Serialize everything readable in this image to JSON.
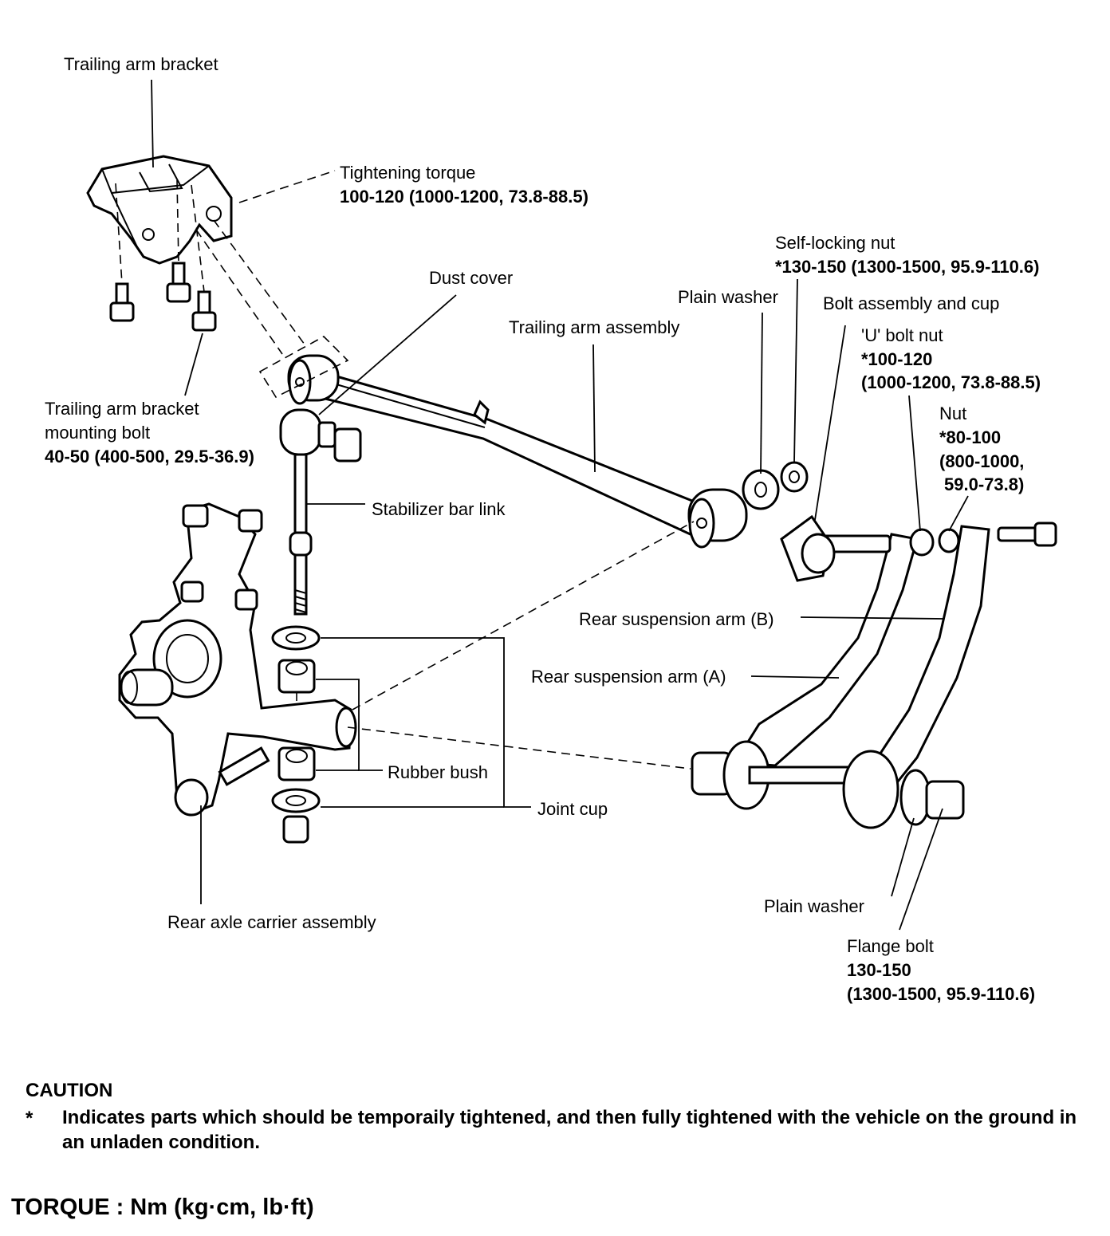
{
  "labels": {
    "trailing_arm_bracket": "Trailing arm bracket",
    "tightening_torque_title": "Tightening torque",
    "tightening_torque_value": "100-120 (1000-1200, 73.8-88.5)",
    "self_locking_nut_title": "Self-locking nut",
    "self_locking_nut_value": "*130-150 (1300-1500, 95.9-110.6)",
    "dust_cover": "Dust cover",
    "plain_washer_top": "Plain washer",
    "bolt_assembly_and_cup": "Bolt assembly and cup",
    "trailing_arm_assembly": "Trailing arm assembly",
    "u_bolt_nut_title": "'U' bolt nut",
    "u_bolt_nut_value_1": "*100-120",
    "u_bolt_nut_value_2": "(1000-1200, 73.8-88.5)",
    "nut_title": "Nut",
    "nut_value_1": "*80-100",
    "nut_value_2": "(800-1000,",
    "nut_value_3": "59.0-73.8)",
    "bracket_bolt_title_1": "Trailing arm bracket",
    "bracket_bolt_title_2": "mounting bolt",
    "bracket_bolt_value": "40-50 (400-500, 29.5-36.9)",
    "stabilizer_bar_link": "Stabilizer bar link",
    "rear_suspension_arm_b": "Rear suspension arm (B)",
    "rear_suspension_arm_a": "Rear suspension arm (A)",
    "rubber_bush": "Rubber bush",
    "joint_cup": "Joint cup",
    "plain_washer_bottom": "Plain washer",
    "rear_axle_carrier_assembly": "Rear axle carrier assembly",
    "flange_bolt_title": "Flange bolt",
    "flange_bolt_value_1": "130-150",
    "flange_bolt_value_2": "(1300-1500, 95.9-110.6)"
  },
  "caution": {
    "title": "CAUTION",
    "marker": "*",
    "text": "Indicates parts which should be temporaily tightened, and then fully tightened with the vehicle on the ground in an unladen condition."
  },
  "torque_units": "TORQUE : Nm (kg·cm, lb·ft)"
}
